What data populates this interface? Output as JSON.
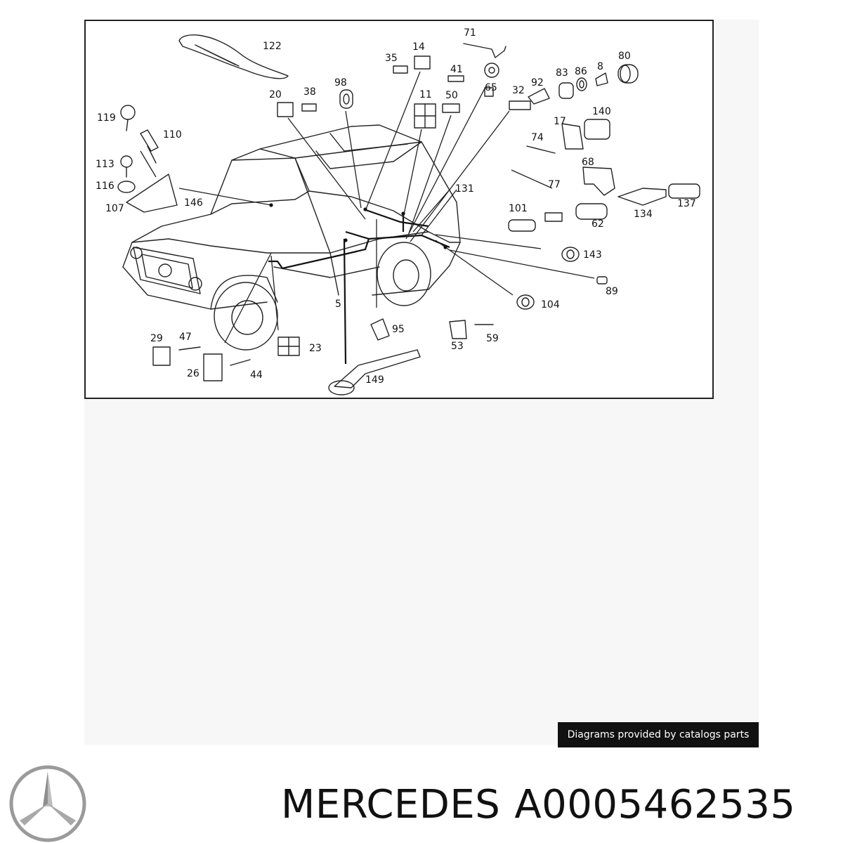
{
  "diagram": {
    "callouts": [
      "122",
      "71",
      "14",
      "35",
      "41",
      "80",
      "8",
      "86",
      "83",
      "92",
      "65",
      "98",
      "20",
      "38",
      "11",
      "50",
      "32",
      "119",
      "110",
      "140",
      "17",
      "74",
      "113",
      "116",
      "68",
      "107",
      "146",
      "131",
      "77",
      "137",
      "101",
      "134",
      "62",
      "143",
      "89",
      "104",
      "5",
      "95",
      "53",
      "59",
      "29",
      "47",
      "23",
      "26",
      "44",
      "149"
    ]
  },
  "footer": {
    "credit": "Diagrams provided by catalogs parts",
    "brand": "MERCEDES",
    "part_number": "A0005462535"
  },
  "logo": {
    "icon": "mercedes-star-icon",
    "color": "#9a9a9a"
  }
}
